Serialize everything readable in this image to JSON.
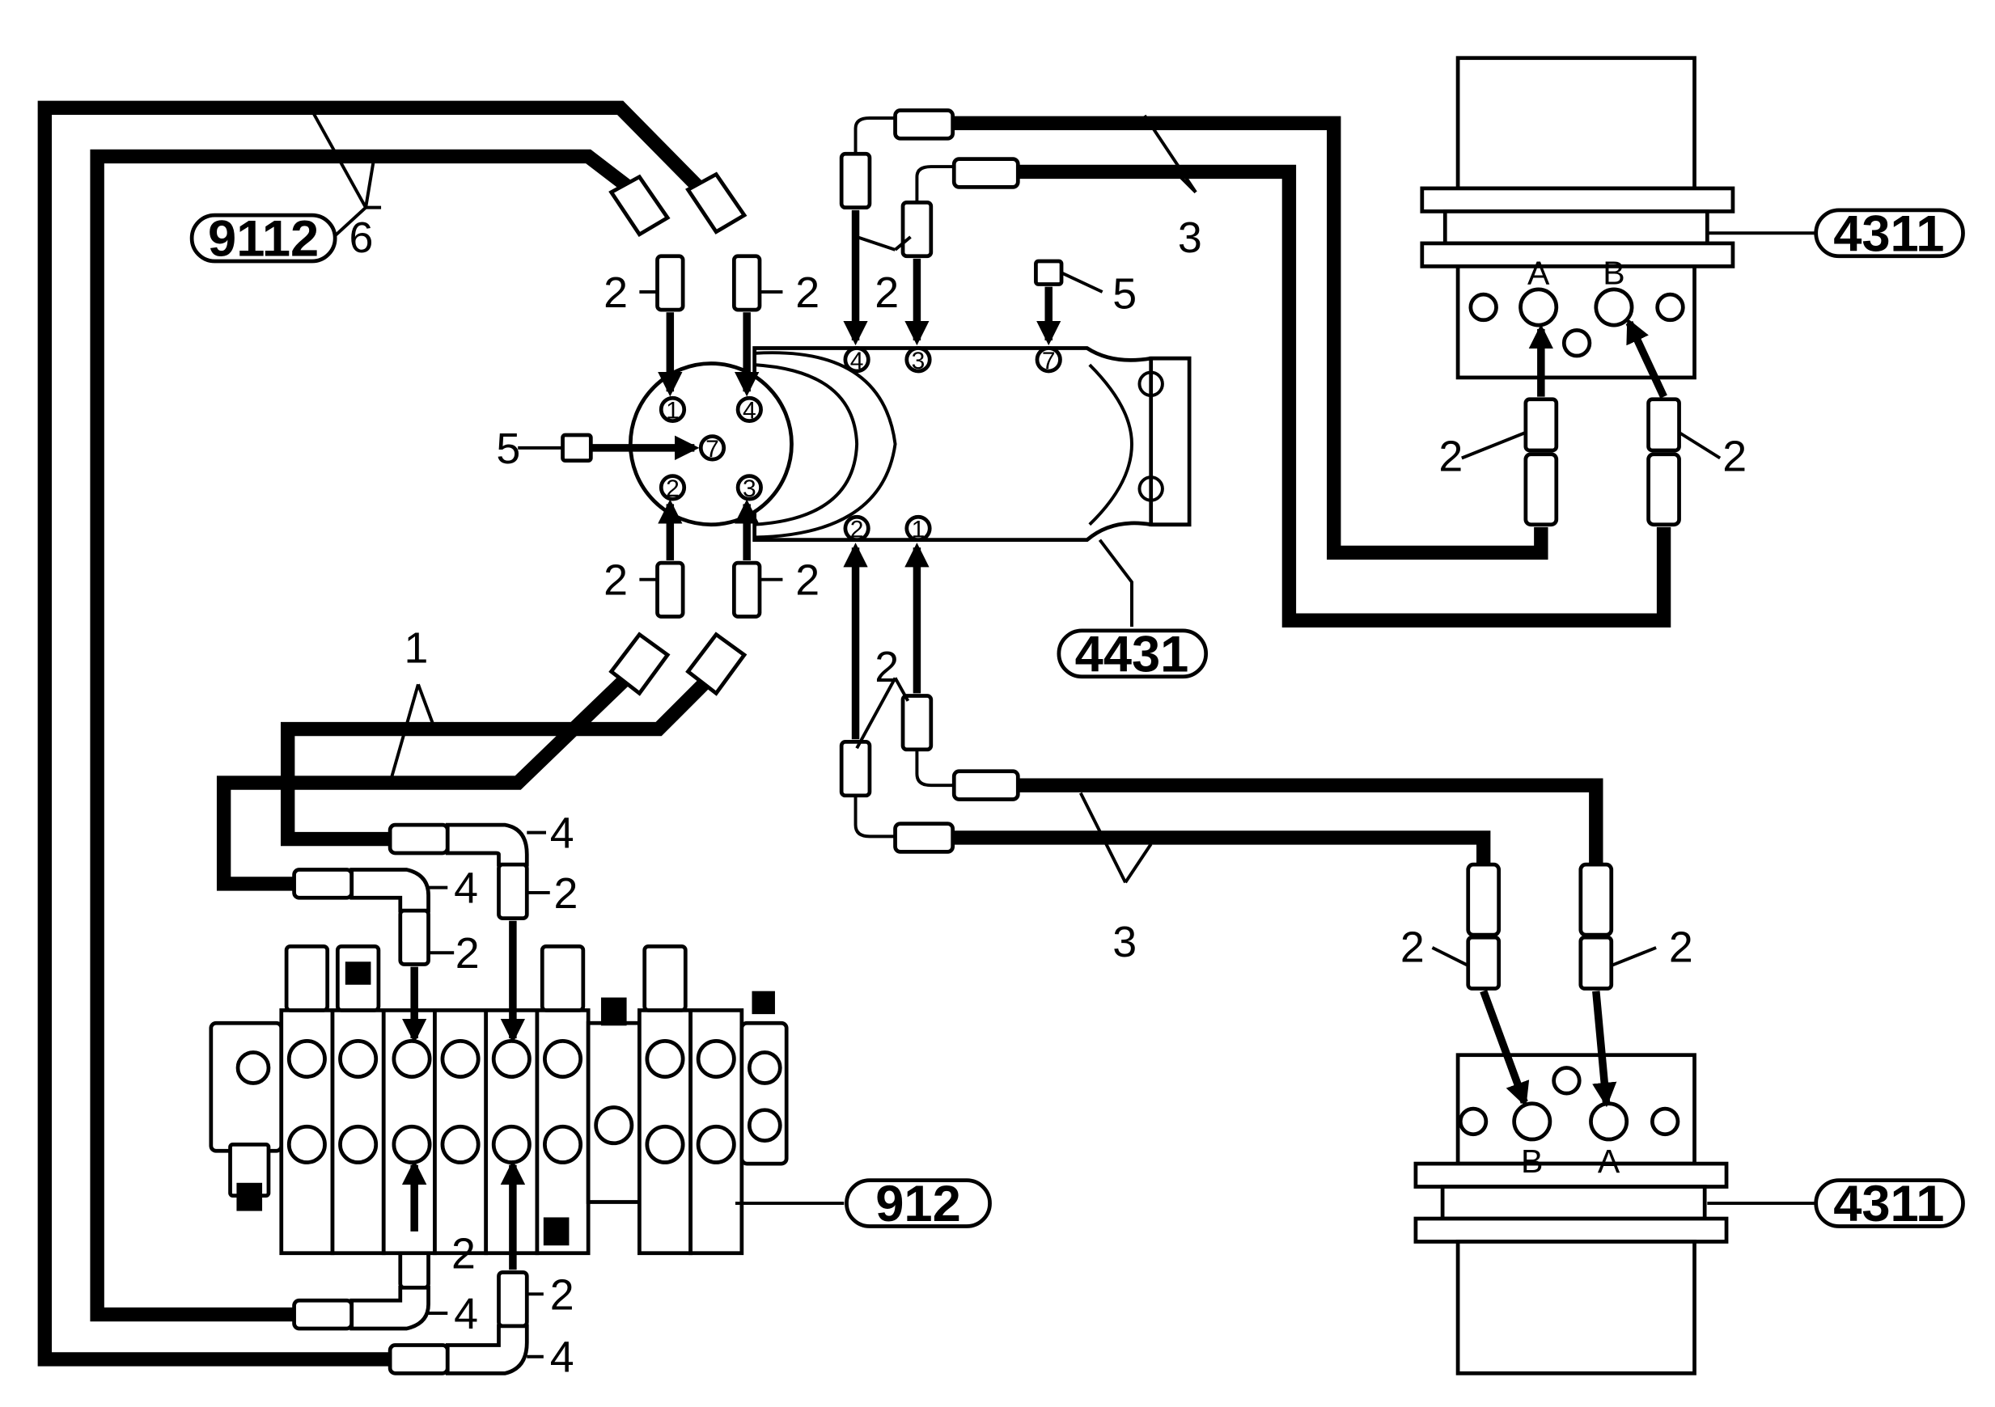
{
  "reference_labels": {
    "hose_set_left": "9112",
    "motor_top": "4311",
    "swivel": "4431",
    "motor_bottom": "4311",
    "control_valve": "912"
  },
  "callouts": {
    "hose_1": "1",
    "hose_3_top": "3",
    "hose_3_bottom": "3",
    "hose_6": "6",
    "fitting_2": "2",
    "elbow_4": "4",
    "plug_5": "5"
  },
  "swivel_ports": [
    "1",
    "2",
    "3",
    "4",
    "7"
  ],
  "motor_ports": {
    "a": "A",
    "b": "B"
  }
}
